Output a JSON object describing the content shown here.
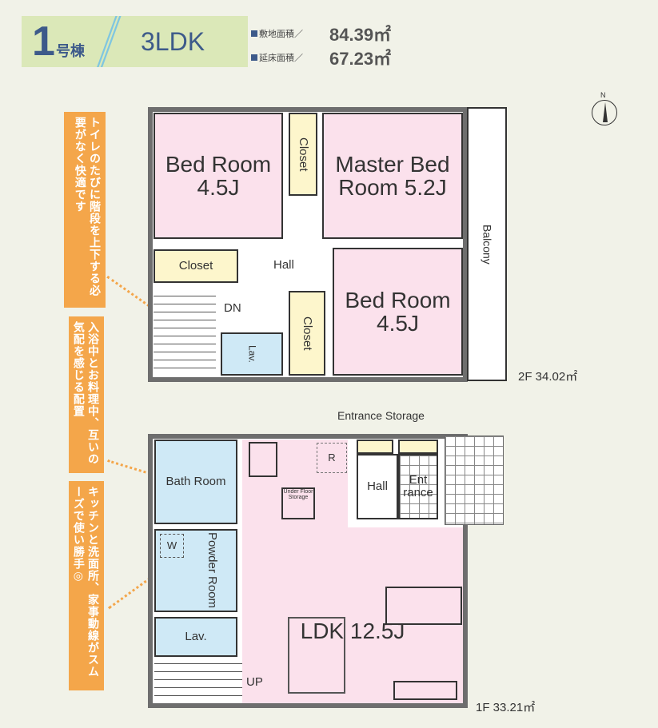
{
  "header": {
    "building_number": "1",
    "building_suffix": "号棟",
    "layout": "3LDK",
    "land_area_label": "敷地面積／",
    "land_area": "84.39㎡",
    "floor_area_label": "延床面積／",
    "floor_area": "67.23㎡"
  },
  "callouts": [
    "トイレのたびに階段を上下する必要がなく快適です",
    "入浴中とお料理中、互いの気配を感じる配置",
    "キッチンと洗面所、家事動線がスムーズで使い勝手◎"
  ],
  "floor2": {
    "label": "2F 34.02㎡",
    "rooms": {
      "bed1": "Bed Room 4.5J",
      "closet1": "Closet",
      "master": "Master Bed Room 5.2J",
      "balcony": "Balcony",
      "closet2": "Closet",
      "hall": "Hall",
      "bed2": "Bed Room 4.5J",
      "closet3": "Closet",
      "lav": "Lav.",
      "dn": "DN"
    }
  },
  "floor1": {
    "label": "1F 33.21㎡",
    "rooms": {
      "bath": "Bath Room",
      "powder": "Powder Room",
      "lav": "Lav.",
      "up": "UP",
      "storage": "Under Floor Storage",
      "fridge": "R",
      "washer": "W",
      "entrance_storage": "Entrance Storage",
      "hall": "Hall",
      "entrance": "Ent rance",
      "ldk": "LDK 12.5J"
    }
  },
  "compass": {
    "label": "N"
  },
  "colors": {
    "accent": "#3d5a8a",
    "callout": "#f4a64a",
    "pink": "#fbe1ec",
    "blue": "#cfe9f6"
  }
}
